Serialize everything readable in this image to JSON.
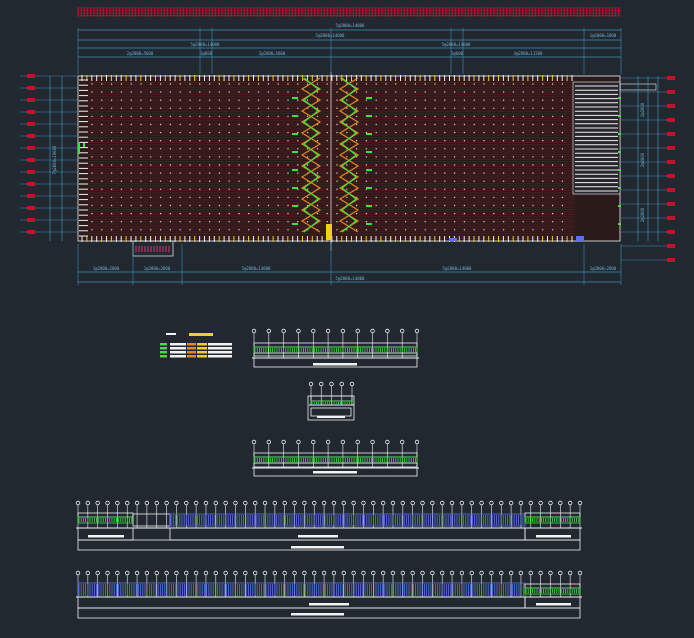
{
  "drawing": {
    "background": "#212830",
    "colors": {
      "dim": "#3f8fb5",
      "dim_text": "#6fb2cf",
      "hatch_red": "#c8102e",
      "field": "#2a1a1a",
      "dot": "#d9d2b0",
      "green": "#3fe044",
      "yellow": "#f0d020",
      "orange": "#e08a1e",
      "white": "#f2f2f2",
      "blue": "#5a74e6",
      "pink": "#d23a7a"
    },
    "plan": {
      "dims_top": [
        "5@2800=14000",
        "1@1800=1800",
        "5@2800=14000",
        "5@2800=14000",
        "1@600",
        "1@600",
        "2@2800=5600",
        "2@2800=5600",
        "4@2800=11200",
        "1@2800=2800"
      ],
      "dims_bottom": [
        "1@2800=2800",
        "1@2800=2800",
        "1@2800=2800",
        "5@2800=14000",
        "5@2800=14000",
        "1@2800=2800",
        "5@2800=14000"
      ],
      "dim_left": "7@2800=19600",
      "dims_right": [
        "2@2800",
        "2@2800",
        "2@2800"
      ]
    },
    "sections": [
      {
        "id": "legend-block"
      },
      {
        "id": "elevation-a"
      },
      {
        "id": "detail-small"
      },
      {
        "id": "elevation-b"
      },
      {
        "id": "elevation-long-1"
      },
      {
        "id": "elevation-long-2"
      }
    ]
  }
}
